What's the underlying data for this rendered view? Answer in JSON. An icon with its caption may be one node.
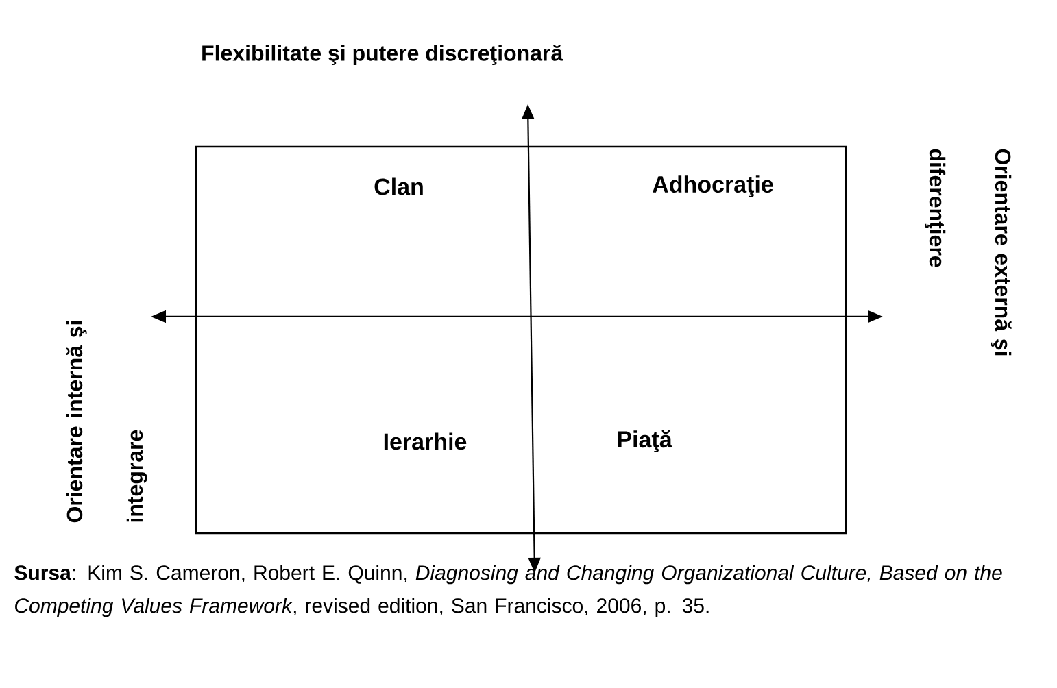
{
  "diagram": {
    "title": "Flexibilitate şi putere discreţionară",
    "nodes": [
      {
        "text": [
          "Clan"
        ]
      },
      {
        "text": [
          "Adhocraţie"
        ]
      },
      {
        "text": [
          "Ierarhie"
        ]
      },
      {
        "text": [
          "Piaţă"
        ]
      }
    ],
    "labels": [
      "Orientare internă şi integrare",
      "Orientare externă şi diferenţiere"
    ],
    "caption": "**Sursa**: Kim S. Cameron, Robert E. Quinn, *Diagnosing and Changing Organizational Culture, Based on the Competing Values Framework*, revised edition, San Francisco, 2006, p. 35."
  }
}
